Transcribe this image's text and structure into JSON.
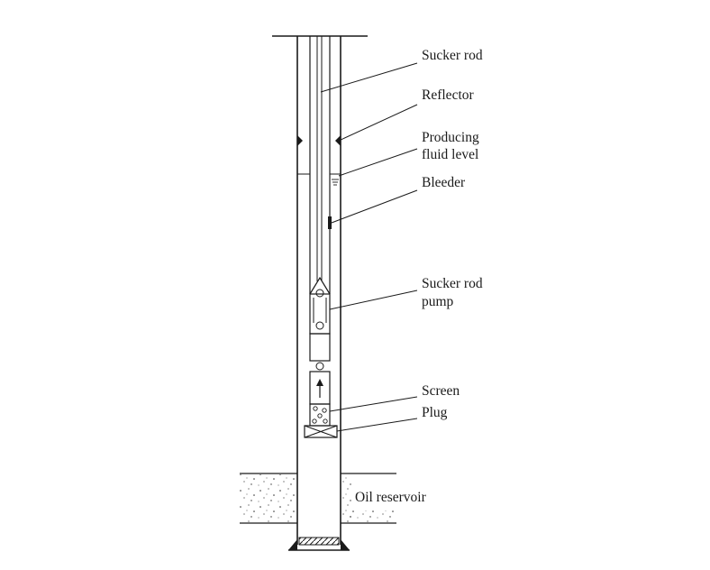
{
  "labels": {
    "sucker_rod": "Sucker rod",
    "reflector": "Reflector",
    "producing_fluid_level_line1": "Producing",
    "producing_fluid_level_line2": "fluid level",
    "bleeder": "Bleeder",
    "sucker_rod_pump_line1": "Sucker rod",
    "sucker_rod_pump_line2": "pump",
    "screen": "Screen",
    "plug": "Plug",
    "oil_reservoir": "Oil reservoir"
  }
}
